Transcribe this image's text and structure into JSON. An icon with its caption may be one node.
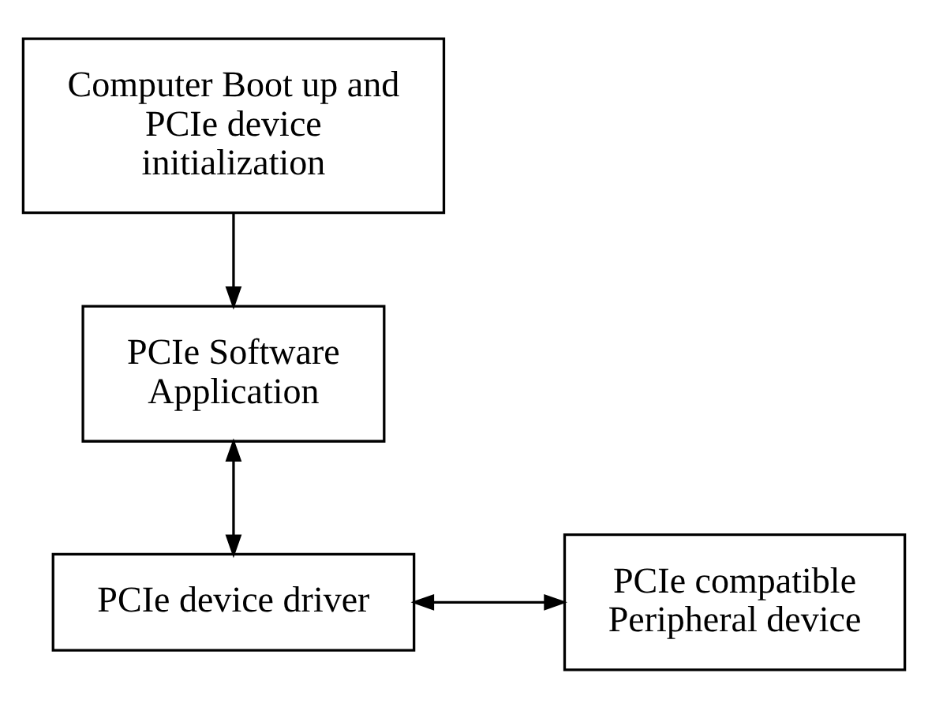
{
  "diagram": {
    "nodes": [
      {
        "text": [
          "Computer Boot up and PCIe device initialization"
        ]
      },
      {
        "text": [
          "PCIe Software Application"
        ]
      },
      {
        "text": [
          "PCIe device driver"
        ]
      },
      {
        "text": [
          "PCIe compatible Peripheral device"
        ]
      }
    ],
    "edges": [
      {
        "from": 0,
        "to": 1,
        "arrow": "to"
      },
      {
        "from": 1,
        "to": 2,
        "arrow": "both"
      },
      {
        "from": 2,
        "to": 3,
        "arrow": "both"
      }
    ]
  }
}
